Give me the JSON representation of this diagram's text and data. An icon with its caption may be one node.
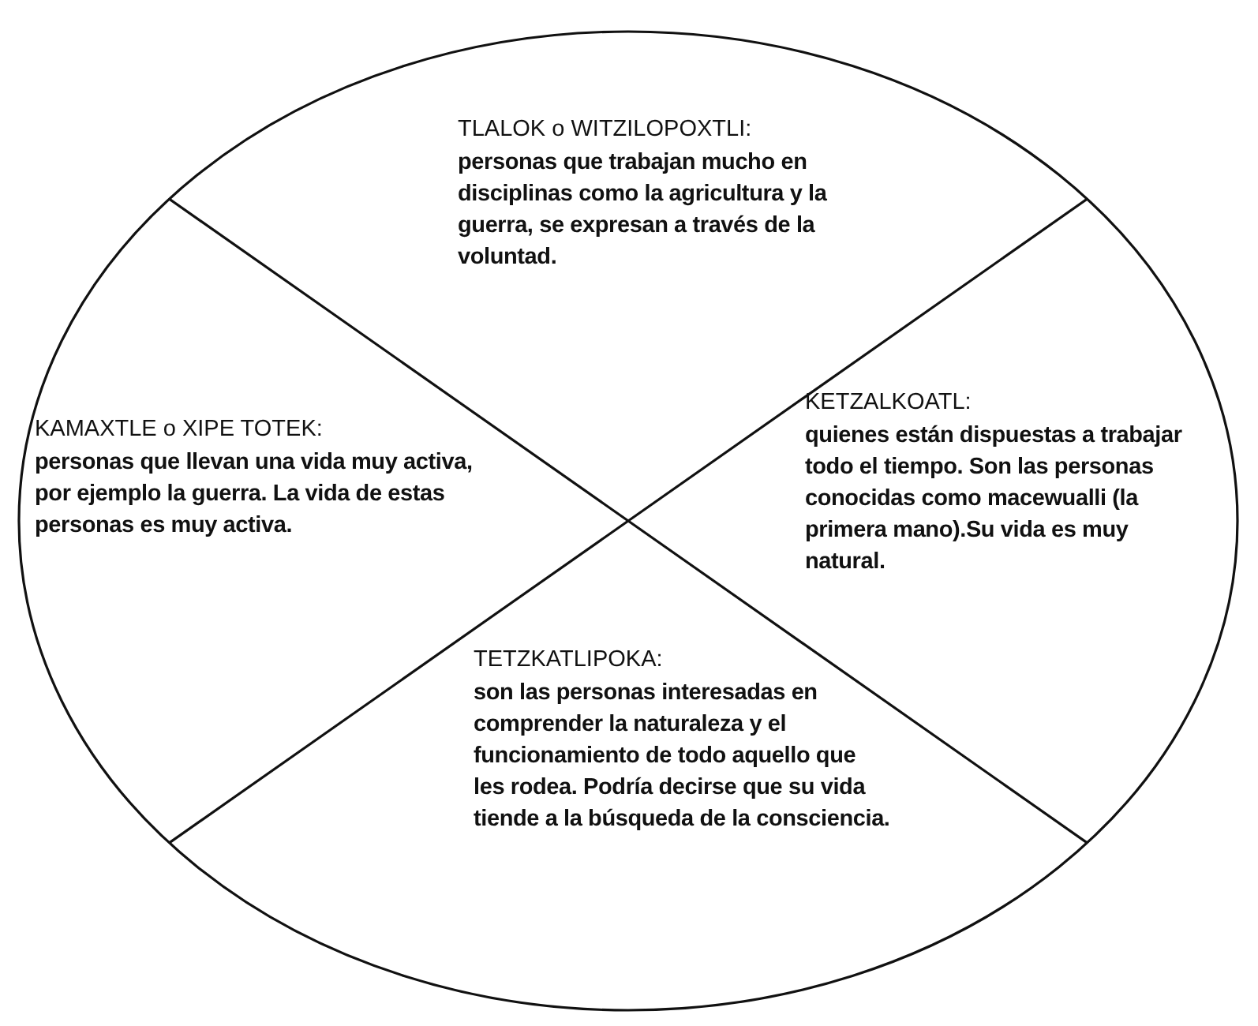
{
  "diagram": {
    "nodes": [
      {
        "text": [],
        "shape": "circle"
      },
      {
        "text": [
          "TLALOK o WITZILOPOXTLI:",
          "personas que trabajan mucho en disciplinas como la agricultura y la guerra, se expresan a través de la voluntad."
        ],
        "in": 0
      },
      {
        "text": [
          "KAMAXTLE o XIPE TOTEK:",
          "personas que llevan una vida muy activa, por ejemplo la guerra. La vida de estas personas es muy activa."
        ],
        "in": 0
      },
      {
        "text": [
          "KETZALKOATL:",
          "quienes están dispuestas a trabajar todo el tiempo. Son las personas conocidas como macewualli (la primera mano).Su vida es muy natural."
        ],
        "in": 0
      },
      {
        "text": [
          "TETZKATLIPOKA:",
          "son las personas interesadas en comprender la naturaleza y el funcionamiento de todo aquello que les rodea. Podría decirse que su vida tiende a la búsqueda de la consciencia."
        ],
        "in": 0
      }
    ],
    "edges": []
  }
}
